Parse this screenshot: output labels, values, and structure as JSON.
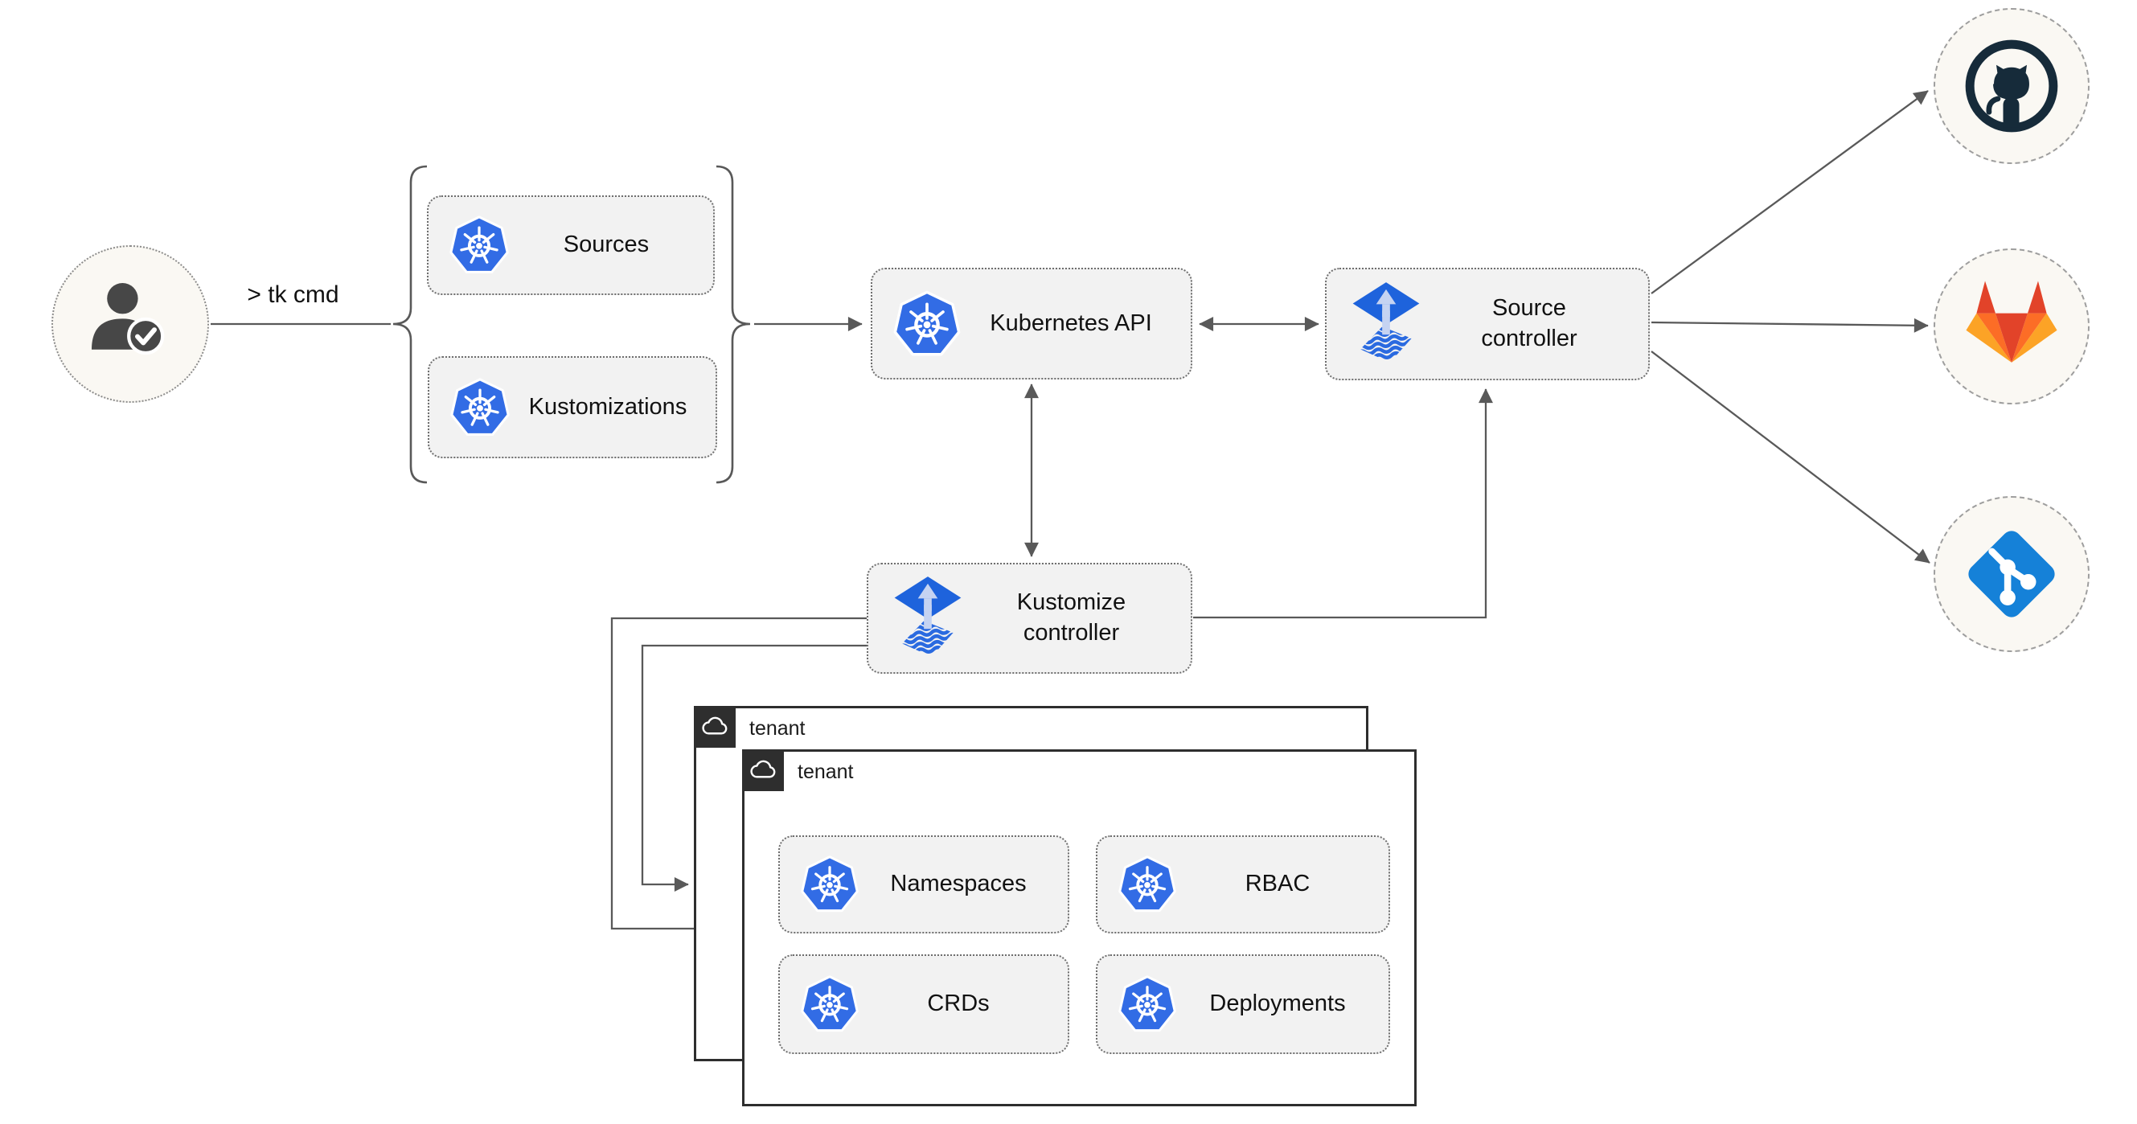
{
  "diagram": {
    "user": {
      "command_label": "> tk cmd"
    },
    "definition_group": {
      "items": [
        {
          "label": "Sources"
        },
        {
          "label": "Kustomizations"
        }
      ]
    },
    "cluster": {
      "kubernetes_api": {
        "label": "Kubernetes API"
      },
      "source_controller": {
        "label": "Source controller"
      },
      "kustomize_controller": {
        "label": "Kustomize controller"
      }
    },
    "tenants": {
      "back": {
        "label": "tenant"
      },
      "front": {
        "label": "tenant",
        "resources": [
          {
            "label": "Namespaces"
          },
          {
            "label": "RBAC"
          },
          {
            "label": "CRDs"
          },
          {
            "label": "Deployments"
          }
        ]
      }
    },
    "remotes": [
      {
        "icon": "github-icon"
      },
      {
        "icon": "gitlab-icon"
      },
      {
        "icon": "git-icon"
      }
    ],
    "colors": {
      "kubernetes_blue": "#326ce5",
      "flux_blue": "#1e63dc",
      "flux_arrow_light": "#c5d3f2",
      "github_dark": "#162b3a",
      "gitlab_red": "#e24329",
      "gitlab_orange": "#fc6d26",
      "gitlab_light_orange": "#fca326",
      "git_blue": "#1581d8",
      "connector_gray": "#595959",
      "node_fill": "#f2f2f2",
      "remote_circle_fill": "#faf8f3",
      "tenant_dark": "#2e2e2e"
    }
  }
}
